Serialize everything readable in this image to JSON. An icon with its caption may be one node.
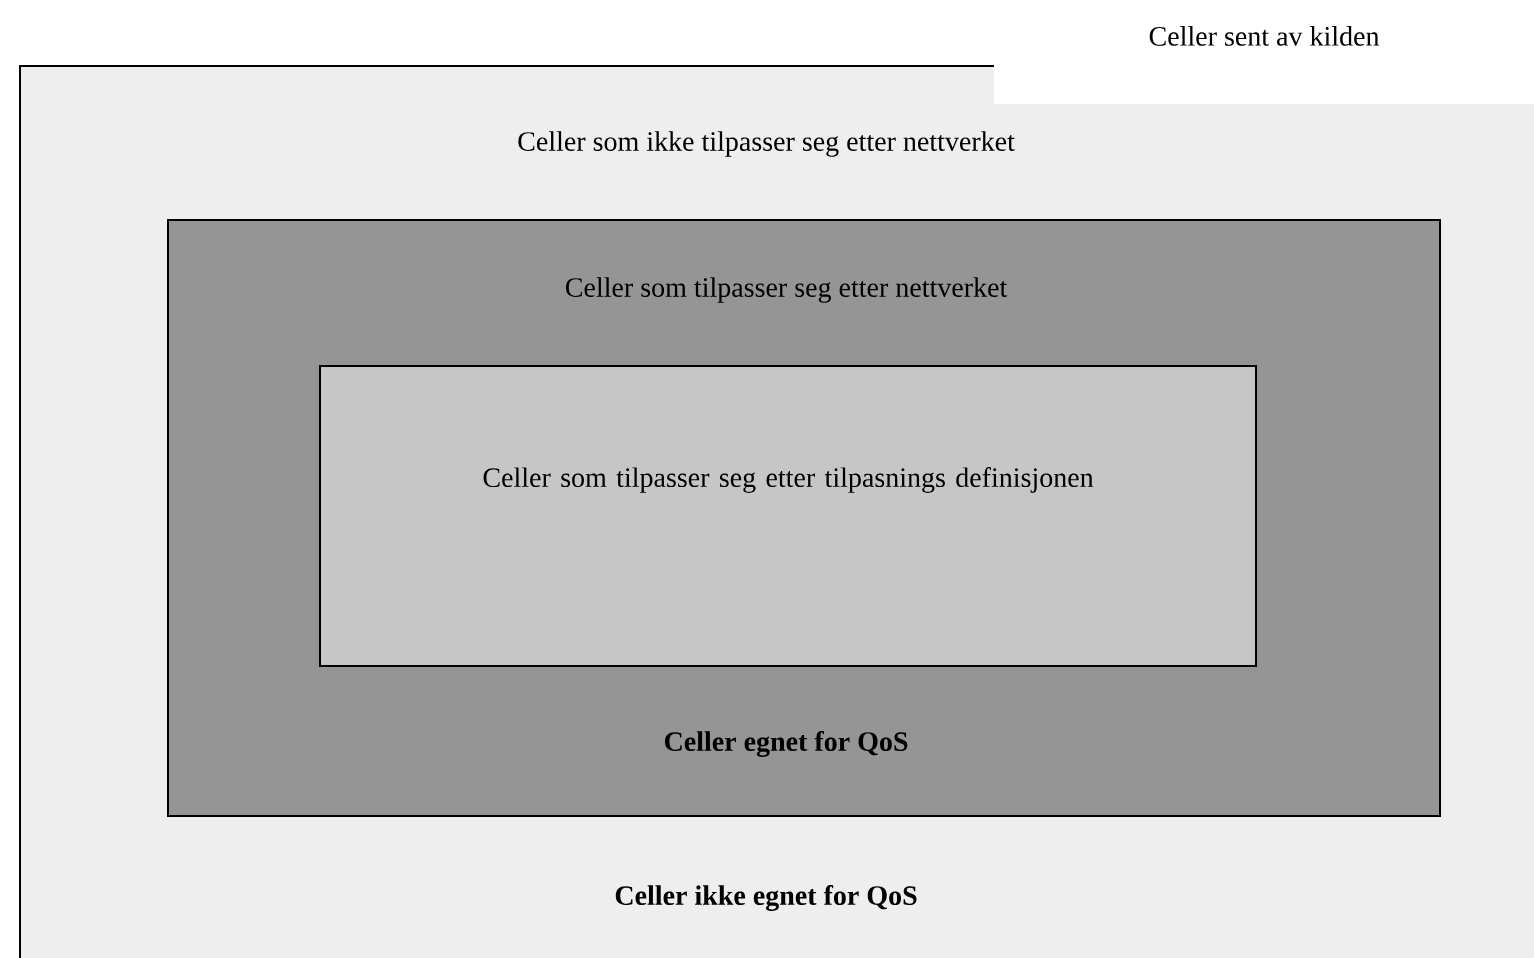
{
  "diagram": {
    "nodes": [
      {
        "text": [
          "Celler sent av kilden",
          "Celler som ikke tilpasser seg etter nettverket",
          "Celler ikke egnet for QoS"
        ]
      },
      {
        "text": [
          "Celler som tilpasser seg etter nettverket",
          "Celler egnet for QoS"
        ],
        "in": 0
      },
      {
        "text": [
          "Celler som tilpasser seg etter tilpasnings definisjonen"
        ],
        "in": 1
      }
    ]
  }
}
